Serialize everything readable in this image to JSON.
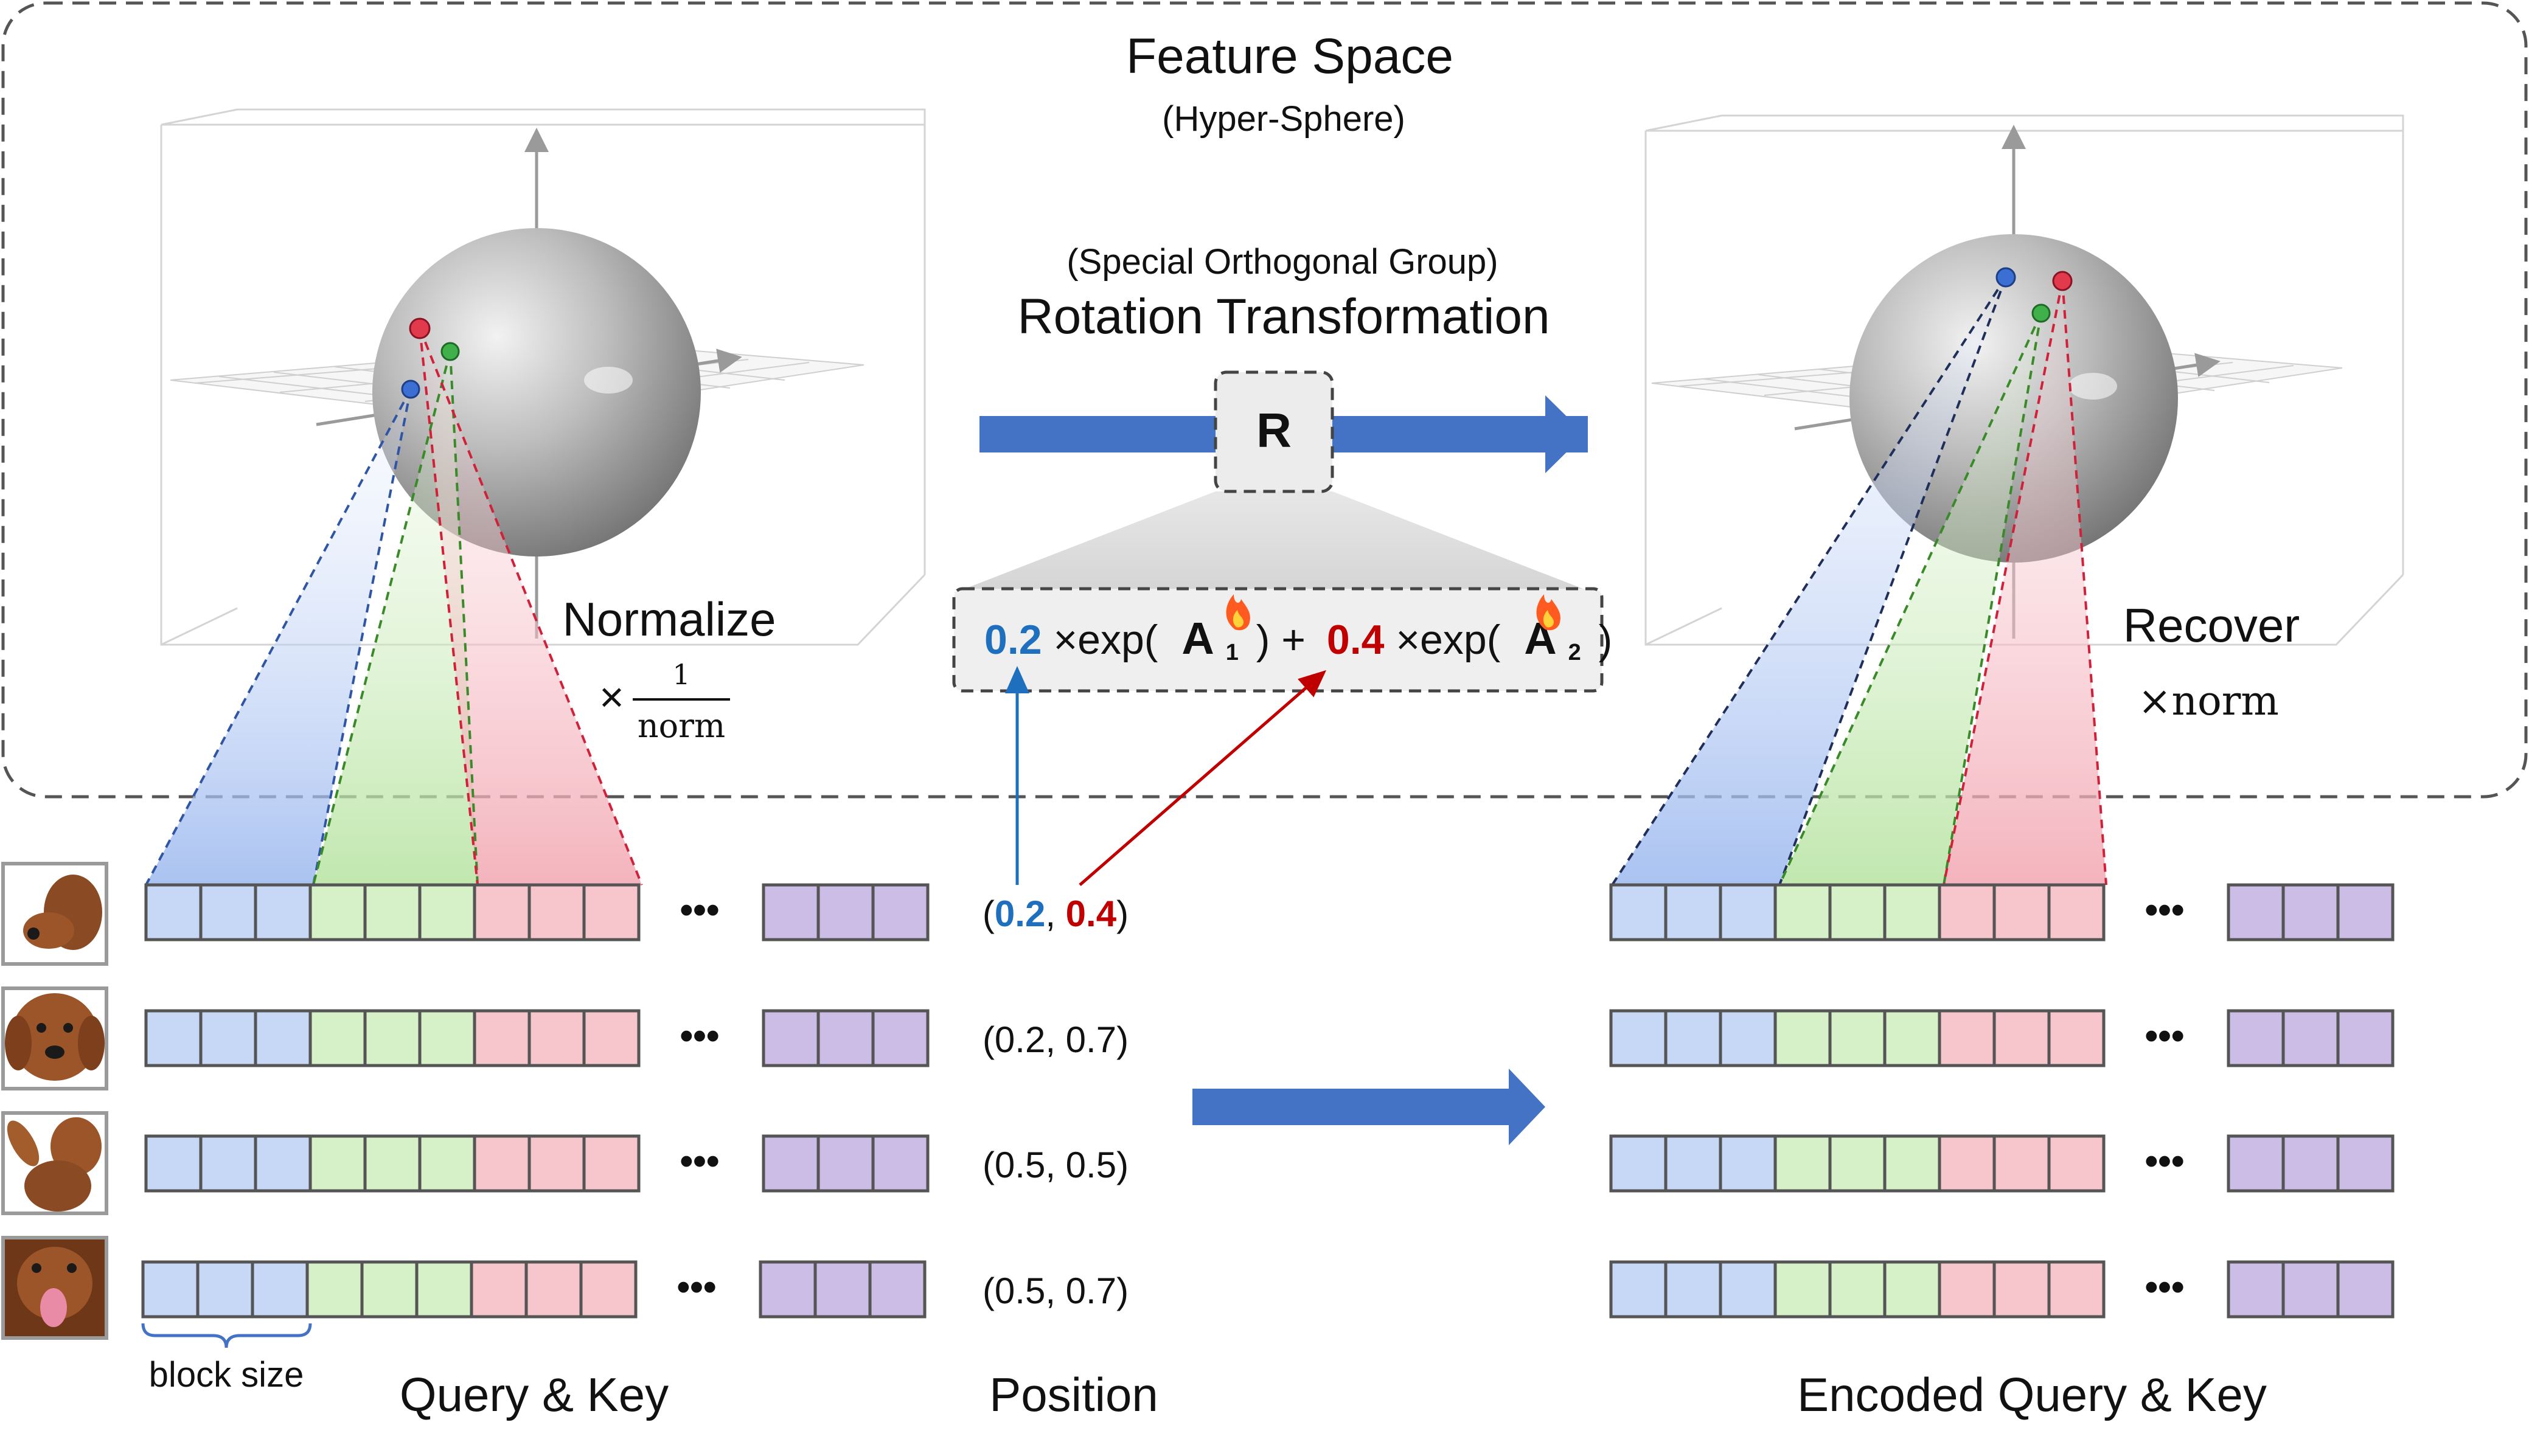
{
  "feature_space": {
    "title": "Feature Space",
    "subtitle": "(Hyper-Sphere)"
  },
  "rotation": {
    "group_label": "(Special Orthogonal Group)",
    "title": "Rotation Transformation",
    "matrix_symbol": "R"
  },
  "formula": {
    "coef1": "0.2",
    "exp1": "×exp(",
    "gen1": "A",
    "sub1": "1",
    "plus": ") +",
    "coef2": "0.4",
    "exp2": "×exp(",
    "gen2": "A",
    "sub2": "2",
    "close": ")"
  },
  "normalize": {
    "label": "Normalize",
    "times": "×",
    "numerator": "1",
    "denominator": "norm"
  },
  "recover": {
    "label": "Recover",
    "factor": "×norm"
  },
  "rows": [
    {
      "position": "(0.2, 0.4)"
    },
    {
      "position": "(0.2, 0.7)"
    },
    {
      "position": "(0.5, 0.5)"
    },
    {
      "position": "(0.5, 0.7)"
    }
  ],
  "first_position": {
    "open": "(",
    "x": "0.2",
    "sep": ", ",
    "y": "0.4",
    "close": ")"
  },
  "ellipsis": "•••",
  "labels": {
    "block_size": "block size",
    "query_key": "Query & Key",
    "position": "Position",
    "encoded": "Encoded Query & Key"
  },
  "colors": {
    "blue_block": "#c6d8f5",
    "green_block": "#d6f0c8",
    "red_block": "#f6c6cc",
    "purple_block": "#cbbde6",
    "arrow": "#4472c4",
    "coef_blue": "#1f6fbf",
    "coef_red": "#c00000"
  }
}
